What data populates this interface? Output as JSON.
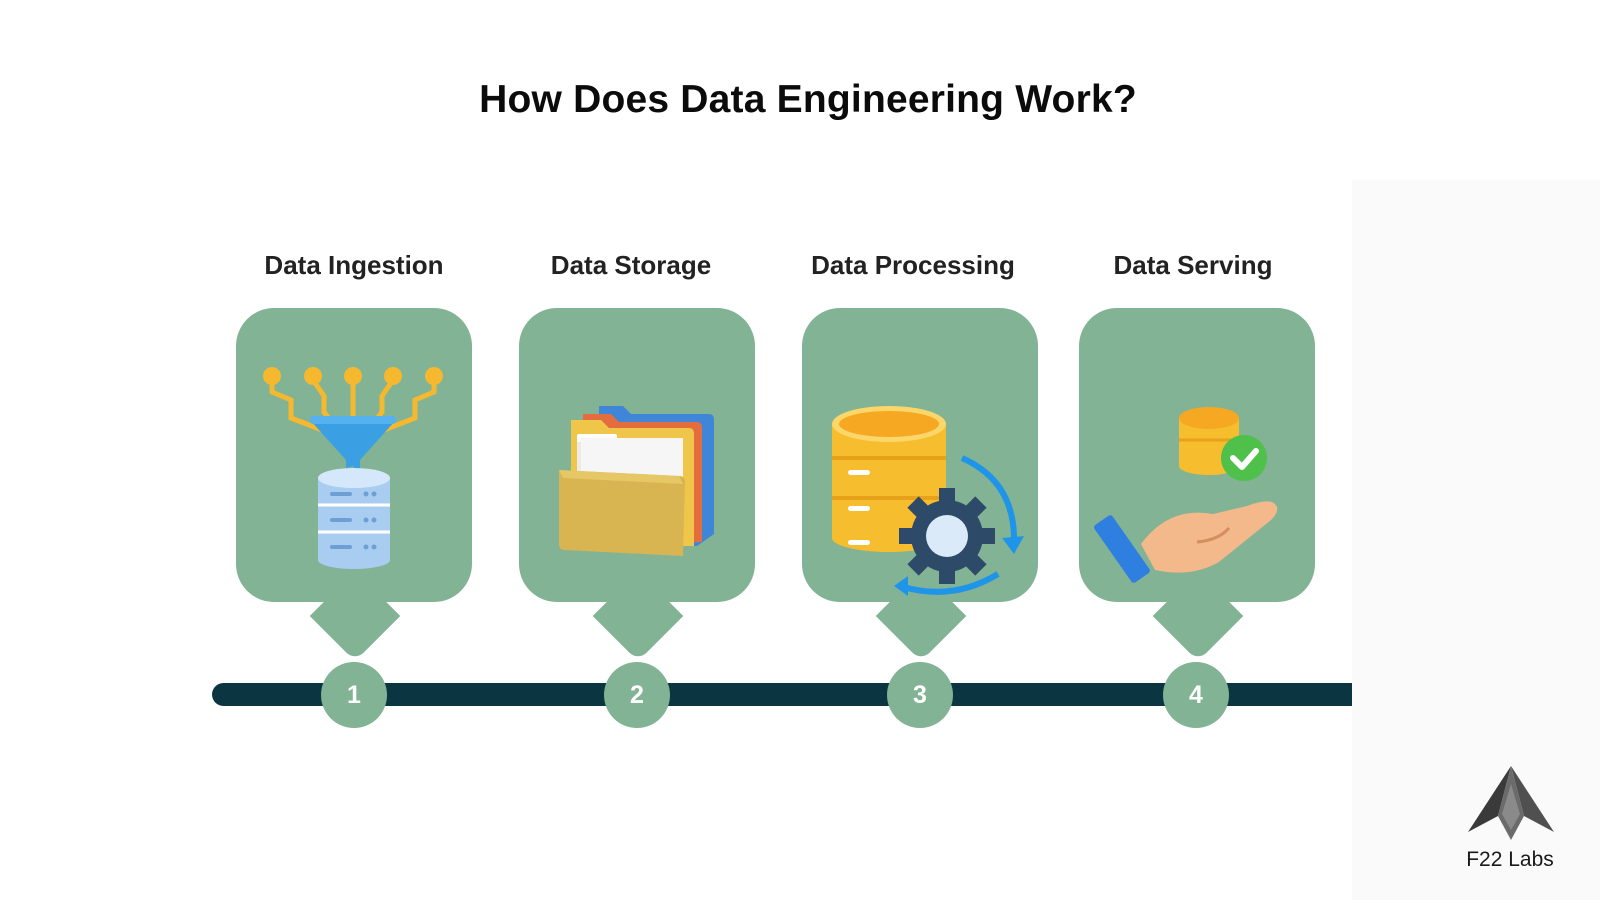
{
  "title": "How Does Data Engineering Work?",
  "steps": [
    {
      "number": "1",
      "label": "Data Ingestion",
      "icon": "funnel-database-icon"
    },
    {
      "number": "2",
      "label": "Data Storage",
      "icon": "folders-icon"
    },
    {
      "number": "3",
      "label": "Data Processing",
      "icon": "database-gear-icon"
    },
    {
      "number": "4",
      "label": "Data Serving",
      "icon": "hand-serving-data-icon"
    }
  ],
  "brand": {
    "name": "F22 Labs",
    "icon": "f22-labs-logo"
  },
  "colors": {
    "card": "#82b394",
    "timeline": "#0c3542",
    "title": "#0b0b0b"
  }
}
